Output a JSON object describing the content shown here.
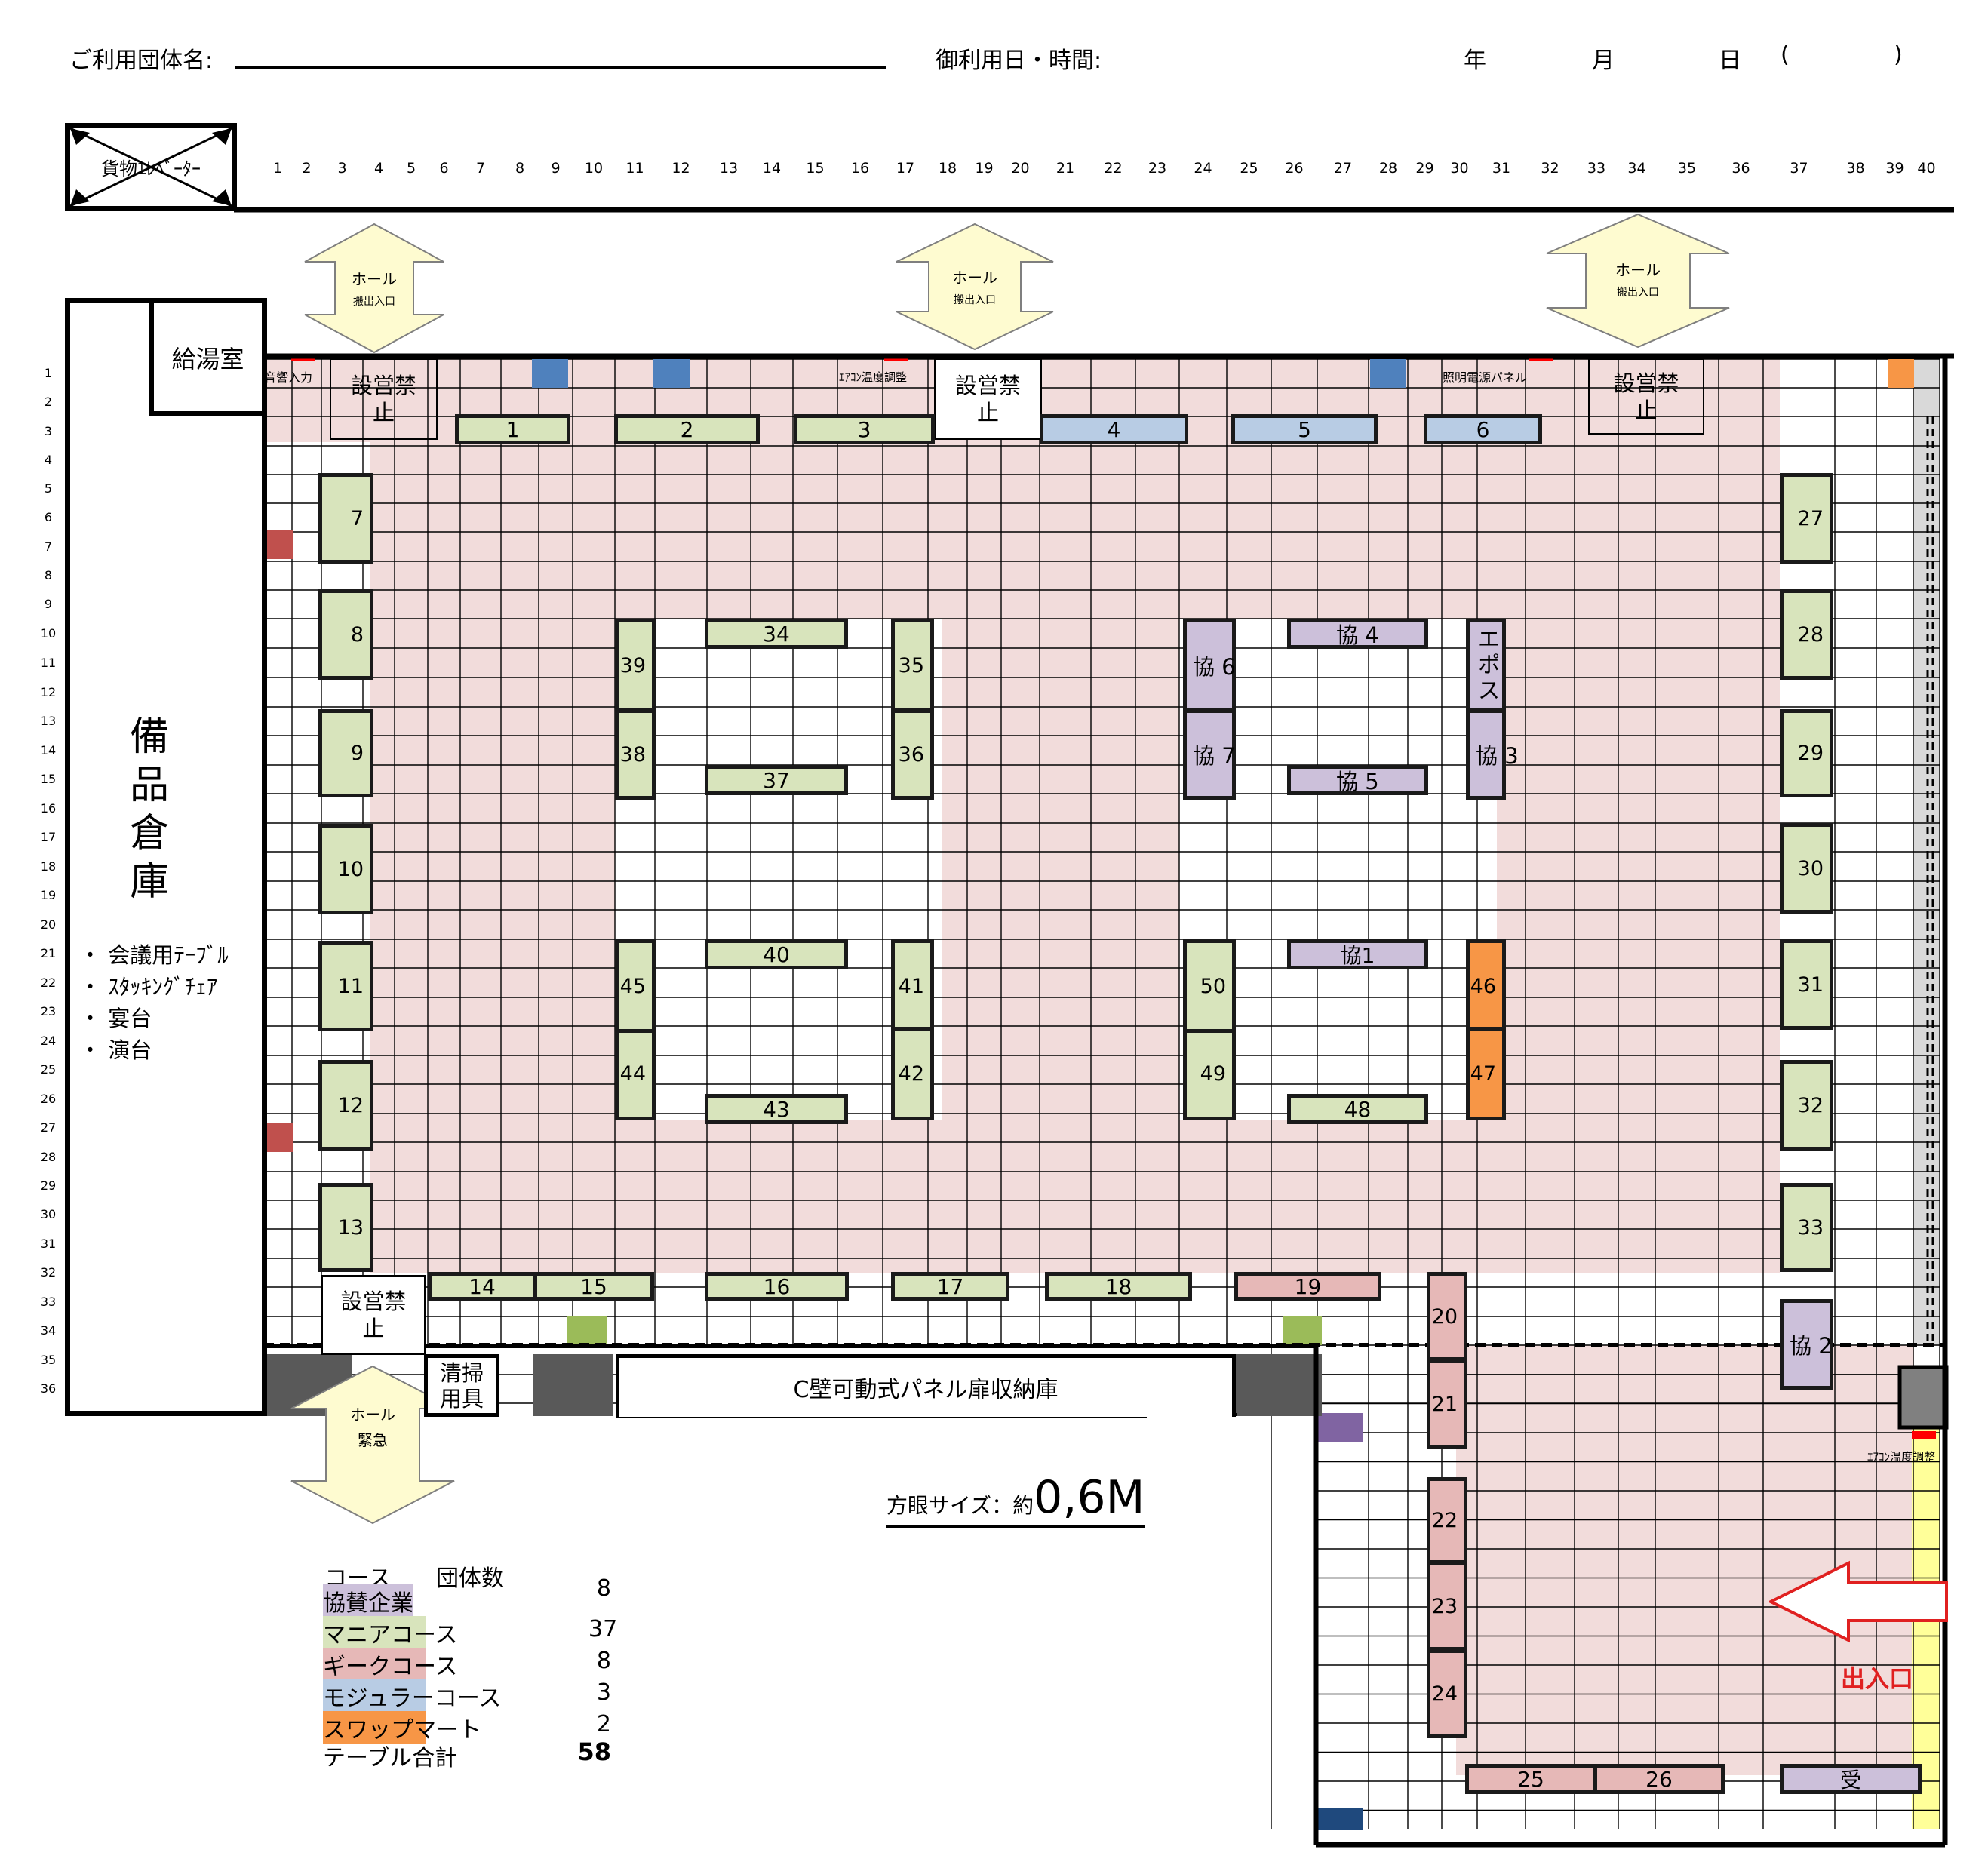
{
  "header": {
    "org_label": "ご利用団体名:",
    "date_label": "御利用日・時間:",
    "year": "年",
    "month": "月",
    "day": "日",
    "paren_open": "(",
    "paren_close": ")"
  },
  "rooms": {
    "cargo_elevator": "貨物ｴﾚﾍﾞｰﾀｰ",
    "kitchen": "給湯室",
    "storage_title": "備品倉庫",
    "storage_items": [
      "・ 会議用ﾃｰﾌﾞﾙ",
      "・ ｽﾀｯｷﾝｸﾞﾁｪｱ",
      "・ 宴台",
      "・ 演台"
    ],
    "cleaning": "清掃用具",
    "panel_storage": "C壁可動式パネル扉収納庫"
  },
  "hall_arrows": [
    {
      "title": "ホール",
      "sub": "搬出入口"
    },
    {
      "title": "ホール",
      "sub": "搬出入口"
    },
    {
      "title": "ホール",
      "sub": "搬出入口"
    },
    {
      "title": "ホール",
      "sub": "緊急"
    }
  ],
  "no_setup": "設営禁止",
  "small_labels": {
    "sound_input": "音響入力",
    "aircon_top": "ｴｱｺﾝ温度調整",
    "lighting_panel": "照明電源パネル",
    "aircon_bottom": "ｴｱｺﾝ温度調整"
  },
  "grid_size": {
    "prefix": "方眼サイズ：約",
    "value": "0,6M"
  },
  "entrance": "出入口",
  "columns": [
    "1",
    "2",
    "3",
    "4",
    "5",
    "6",
    "7",
    "8",
    "9",
    "10",
    "11",
    "12",
    "13",
    "14",
    "15",
    "16",
    "17",
    "18",
    "19",
    "20",
    "21",
    "22",
    "23",
    "24",
    "25",
    "26",
    "27",
    "28",
    "29",
    "30",
    "31",
    "32",
    "33",
    "34",
    "35",
    "36",
    "37",
    "38",
    "39",
    "40"
  ],
  "rows": [
    "1",
    "2",
    "3",
    "4",
    "5",
    "6",
    "7",
    "8",
    "9",
    "10",
    "11",
    "12",
    "13",
    "14",
    "15",
    "16",
    "17",
    "18",
    "19",
    "20",
    "21",
    "22",
    "23",
    "24",
    "25",
    "26",
    "27",
    "28",
    "29",
    "30",
    "31",
    "32",
    "33",
    "34",
    "35",
    "36"
  ],
  "colors": {
    "sponsor": "#ccc0da",
    "mania": "#d8e4bc",
    "geek": "#e6b8b7",
    "modular": "#b8cce4",
    "swap": "#f79646",
    "floor": "#f2dcdb",
    "modular_mark": "#4f81bd",
    "red_mark": "#c0504d",
    "green_mark": "#9bbb59",
    "purple_mark": "#8064a2",
    "navy_mark": "#1f497d",
    "exit_strip": "#ffff99",
    "pillar": "#595959",
    "arrow_fill": "#fefbd0"
  },
  "legend": {
    "header_course": "コース",
    "header_count": "団体数",
    "items": [
      {
        "name": "協賛企業",
        "count": "8"
      },
      {
        "name": "マニアコース",
        "count": "37"
      },
      {
        "name": "ギークコース",
        "count": "8"
      },
      {
        "name": "モジュラーコース",
        "count": "3"
      },
      {
        "name": "スワップマート",
        "count": "2"
      }
    ],
    "total_label": "テーブル合計",
    "total": "58"
  },
  "tables": [
    {
      "label": "1",
      "type": "mania"
    },
    {
      "label": "2",
      "type": "mania"
    },
    {
      "label": "3",
      "type": "mania"
    },
    {
      "label": "4",
      "type": "modular"
    },
    {
      "label": "5",
      "type": "modular"
    },
    {
      "label": "6",
      "type": "modular"
    },
    {
      "label": "7",
      "type": "mania"
    },
    {
      "label": "8",
      "type": "mania"
    },
    {
      "label": "9",
      "type": "mania"
    },
    {
      "label": "10",
      "type": "mania"
    },
    {
      "label": "11",
      "type": "mania"
    },
    {
      "label": "12",
      "type": "mania"
    },
    {
      "label": "13",
      "type": "mania"
    },
    {
      "label": "14",
      "type": "mania"
    },
    {
      "label": "15",
      "type": "mania"
    },
    {
      "label": "16",
      "type": "mania"
    },
    {
      "label": "17",
      "type": "mania"
    },
    {
      "label": "18",
      "type": "mania"
    },
    {
      "label": "19",
      "type": "geek"
    },
    {
      "label": "20",
      "type": "geek"
    },
    {
      "label": "21",
      "type": "geek"
    },
    {
      "label": "22",
      "type": "geek"
    },
    {
      "label": "23",
      "type": "geek"
    },
    {
      "label": "24",
      "type": "geek"
    },
    {
      "label": "25",
      "type": "geek"
    },
    {
      "label": "26",
      "type": "geek"
    },
    {
      "label": "27",
      "type": "mania"
    },
    {
      "label": "28",
      "type": "mania"
    },
    {
      "label": "29",
      "type": "mania"
    },
    {
      "label": "30",
      "type": "mania"
    },
    {
      "label": "31",
      "type": "mania"
    },
    {
      "label": "32",
      "type": "mania"
    },
    {
      "label": "33",
      "type": "mania"
    },
    {
      "label": "34",
      "type": "mania"
    },
    {
      "label": "35",
      "type": "mania"
    },
    {
      "label": "36",
      "type": "mania"
    },
    {
      "label": "37",
      "type": "mania"
    },
    {
      "label": "38",
      "type": "mania"
    },
    {
      "label": "39",
      "type": "mania"
    },
    {
      "label": "40",
      "type": "mania"
    },
    {
      "label": "41",
      "type": "mania"
    },
    {
      "label": "42",
      "type": "mania"
    },
    {
      "label": "43",
      "type": "mania"
    },
    {
      "label": "44",
      "type": "mania"
    },
    {
      "label": "45",
      "type": "mania"
    },
    {
      "label": "46",
      "type": "swap"
    },
    {
      "label": "47",
      "type": "swap"
    },
    {
      "label": "48",
      "type": "mania"
    },
    {
      "label": "49",
      "type": "mania"
    },
    {
      "label": "50",
      "type": "mania"
    },
    {
      "label": "協 4",
      "type": "sponsor"
    },
    {
      "label": "協 6",
      "type": "sponsor"
    },
    {
      "label": "協 7",
      "type": "sponsor"
    },
    {
      "label": "協 5",
      "type": "sponsor"
    },
    {
      "label": "エポス",
      "type": "sponsor"
    },
    {
      "label": "協 3",
      "type": "sponsor"
    },
    {
      "label": "協1",
      "type": "sponsor"
    },
    {
      "label": "協 2",
      "type": "sponsor"
    },
    {
      "label": "受",
      "type": "sponsor"
    }
  ]
}
